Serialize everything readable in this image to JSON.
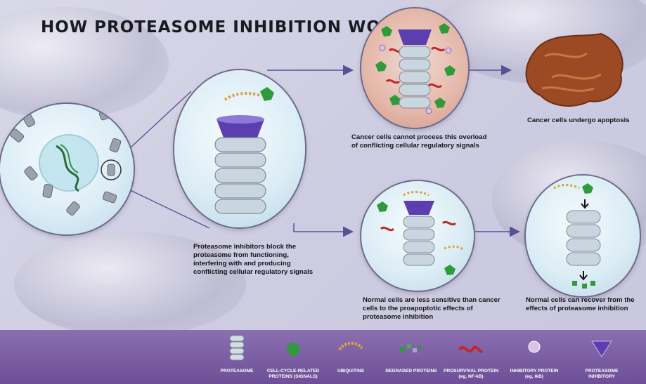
{
  "title": "HOW PROTEASOME INHIBITION WORKS",
  "captions": {
    "cancer_overload": "Cancer cells cannot process this overload of conflicting cellular regulatory signals",
    "cancer_apoptosis": "Cancer cells undergo apoptosis",
    "inhibitors_block": "Proteasome inhibitors block the proteasome from functioning, interfering with and producing conflicting cellular regulatory signals",
    "normal_less_sensitive": "Normal cells are less sensitive than cancer cells to the proapoptotic effects of proteasome inhibition",
    "normal_recover": "Normal cells can recover from the effects of proteasome inhibition"
  },
  "legend": [
    {
      "label": "PROTEASOME",
      "icon": "proteasome-icon"
    },
    {
      "label": "CELL-CYCLE-RELATED\nPROTEINS (SIGNALS)",
      "icon": "signal-protein-icon"
    },
    {
      "label": "UBIQUITINS",
      "icon": "ubiquitin-icon"
    },
    {
      "label": "DEGRADED PROTEINS",
      "icon": "degraded-protein-icon"
    },
    {
      "label": "PROSURVIVAL PROTEIN\n(eg, NF-kB)",
      "icon": "prosurvival-protein-icon"
    },
    {
      "label": "INHIBITORY PROTEIN\n(eg, IkB)",
      "icon": "inhibitory-protein-icon"
    },
    {
      "label": "PROTEASOME\nINHIBITORY",
      "icon": "proteasome-inhibitor-icon"
    }
  ],
  "colors": {
    "legend_band": "#7a5ca6",
    "arrow": "#5a5096",
    "signal_green": "#2f9a3a",
    "inhibitor_purple": "#5b3fb0",
    "prosurvival_red": "#c0282a"
  }
}
